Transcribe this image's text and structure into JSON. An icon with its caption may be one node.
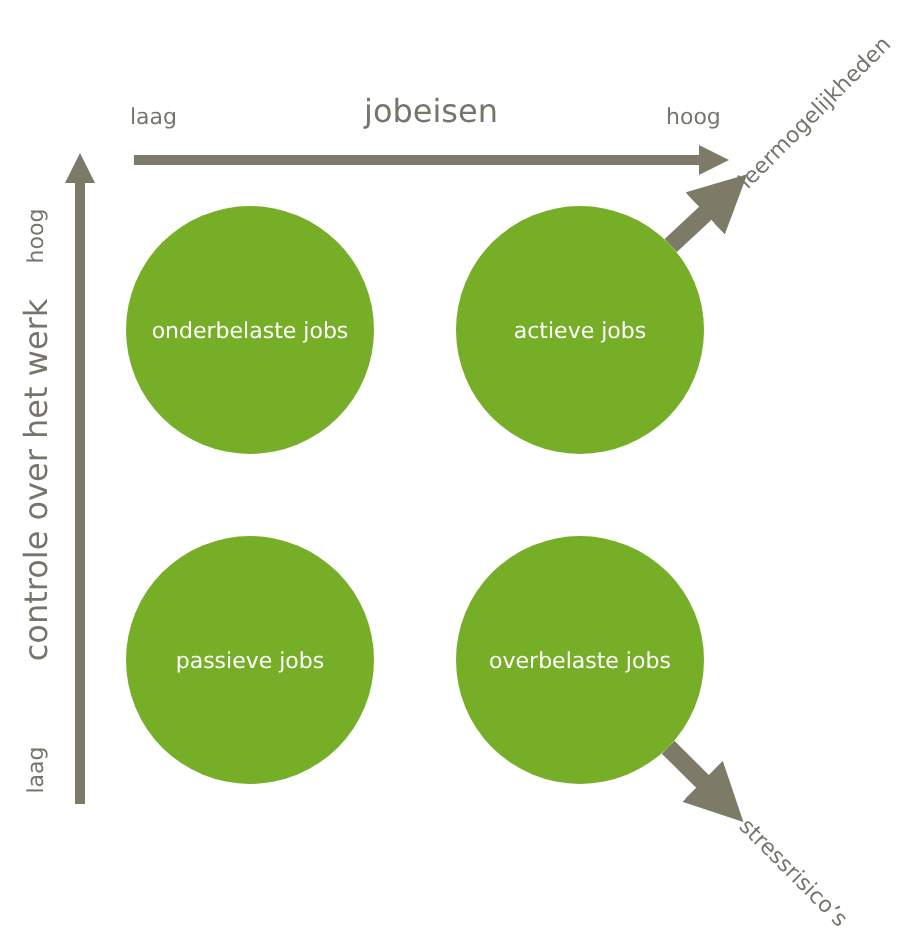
{
  "diagram": {
    "nodes": [
      {
        "text": [
          "onderbelaste jobs"
        ]
      },
      {
        "text": [
          "actieve jobs"
        ]
      },
      {
        "text": [
          "passieve jobs"
        ]
      },
      {
        "text": [
          "overbelaste jobs"
        ]
      },
      {
        "text": [
          "leermogelijkheden"
        ]
      },
      {
        "text": [
          "stressrisico’s"
        ]
      }
    ],
    "edges": [
      {
        "from": 1,
        "to": 4,
        "arrow": "to"
      },
      {
        "from": 3,
        "to": 5,
        "arrow": "to"
      }
    ],
    "labels": [
      "laag",
      "jobeisen",
      "hoog",
      "hoog",
      "controle over het werk",
      "laag"
    ]
  }
}
